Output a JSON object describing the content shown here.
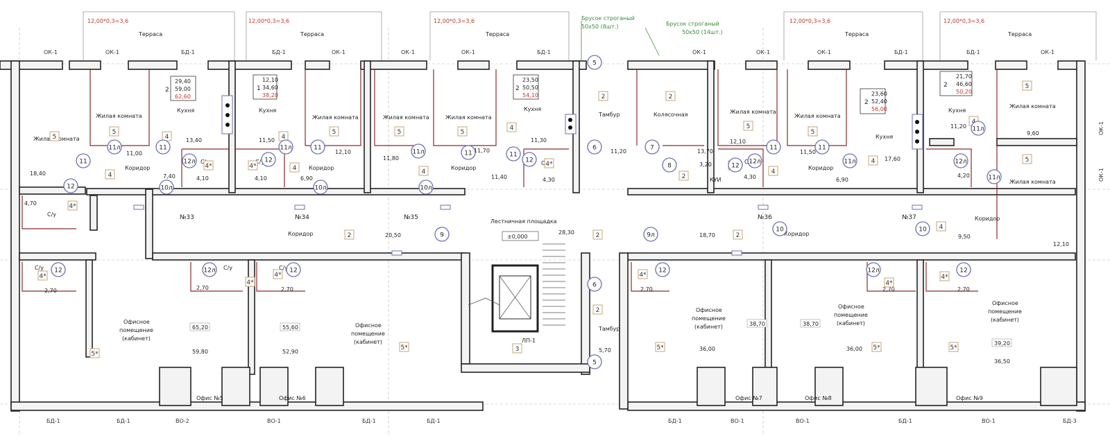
{
  "terraces": [
    {
      "formula": "12,00*0,3=3,6",
      "label": "Терраса"
    },
    {
      "formula": "12,00*0,3=3,6",
      "label": "Терраса"
    },
    {
      "formula": "12,00*0,3=3,6",
      "label": "Терраса"
    },
    {
      "formula": "12,00*0,3=3,6",
      "label": "Терраса"
    },
    {
      "formula": "12,00*0,3=3,6",
      "label": "Терраса"
    }
  ],
  "notes": {
    "bar_1": "Брусок строганый",
    "bar_1_size": "50х50 (8шт.)",
    "bar_2": "Брусок строганый",
    "bar_2_size": "50х50 (14шт.)"
  },
  "top_marks": [
    "ОК-1",
    "ОК-1",
    "БД-1",
    "БД-1",
    "ОК-1",
    "ОК-1",
    "ОК-1",
    "БД-1",
    "ОК-1",
    "ОК-1",
    "ОК-1",
    "БД-1",
    "БД-1",
    "ОК-1"
  ],
  "bottom_marks": [
    "БД-1",
    "БД-1",
    "ВО-2",
    "ВО-1",
    "БД-1",
    "БД-1",
    "БД-1",
    "ВО-1",
    "ВО-1",
    "БД-1",
    "ВО-1",
    "БД-3"
  ],
  "side_marks": [
    "ОК-1",
    "ОК-1"
  ],
  "flats": [
    {
      "label": "№33",
      "rooms": "2",
      "a": "29,40",
      "b": "59,00",
      "c": "62,60"
    },
    {
      "label": "№34",
      "rooms": "1",
      "a": "12,10",
      "b": "34,60",
      "c": "38,20"
    },
    {
      "label": "№35",
      "rooms": "2",
      "a": "23,50",
      "b": "50,50",
      "c": "54,10"
    },
    {
      "label": "№36",
      "rooms": "2",
      "a": "23,60",
      "b": "52,40",
      "c": "56,00"
    },
    {
      "label": "№37",
      "rooms": "2",
      "a": "21,70",
      "b": "46,60",
      "c": "50,20"
    }
  ],
  "rooms": {
    "living": "Жилая комната",
    "kitchen": "Кухня",
    "corridor": "Коридор",
    "wc": "С/у",
    "vestibule": "Тамбур",
    "pram": "Колясочная",
    "stair": "Лестничная площадка",
    "level": "±0,000",
    "kui": "КУИ",
    "office": "Офисное помещение (кабинет)"
  },
  "areas": [
    "18,40",
    "11,00",
    "13,40",
    "11,50",
    "12,10",
    "11,80",
    "11,70",
    "11,30",
    "11,20",
    "13,70",
    "12,10",
    "11,50",
    "17,60",
    "11,20",
    "9,60",
    "7,40",
    "4,10",
    "4,10",
    "6,90",
    "11,40",
    "4,30",
    "3,20",
    "4,30",
    "6,90",
    "4,20",
    "9,50",
    "12,10",
    "4,70",
    "20,50",
    "28,30",
    "18,70",
    "2,70",
    "2,70",
    "2,70",
    "2,70",
    "2,70",
    "2,70",
    "5,70"
  ],
  "offices": [
    {
      "name": "Офис №5",
      "a": "65,20",
      "b": "59,80"
    },
    {
      "name": "Офис №6",
      "a": "55,60",
      "b": "52,90"
    },
    {
      "name": "Офис №7",
      "a": "38,70",
      "b": "36,00"
    },
    {
      "name": "Офис №8",
      "a": "38,70",
      "b": "36,00"
    },
    {
      "name": "Офис №9",
      "a": "39,20",
      "b": "36,50"
    }
  ],
  "office_words": [
    "Офисное",
    "помещение",
    "(кабинет)"
  ],
  "codes": [
    "2",
    "4",
    "4*",
    "5",
    "5*",
    "3",
    "6",
    "7",
    "8",
    "9",
    "9л",
    "10",
    "10л",
    "11",
    "11л",
    "12",
    "12л"
  ],
  "lift_mark": "ЛП-1"
}
